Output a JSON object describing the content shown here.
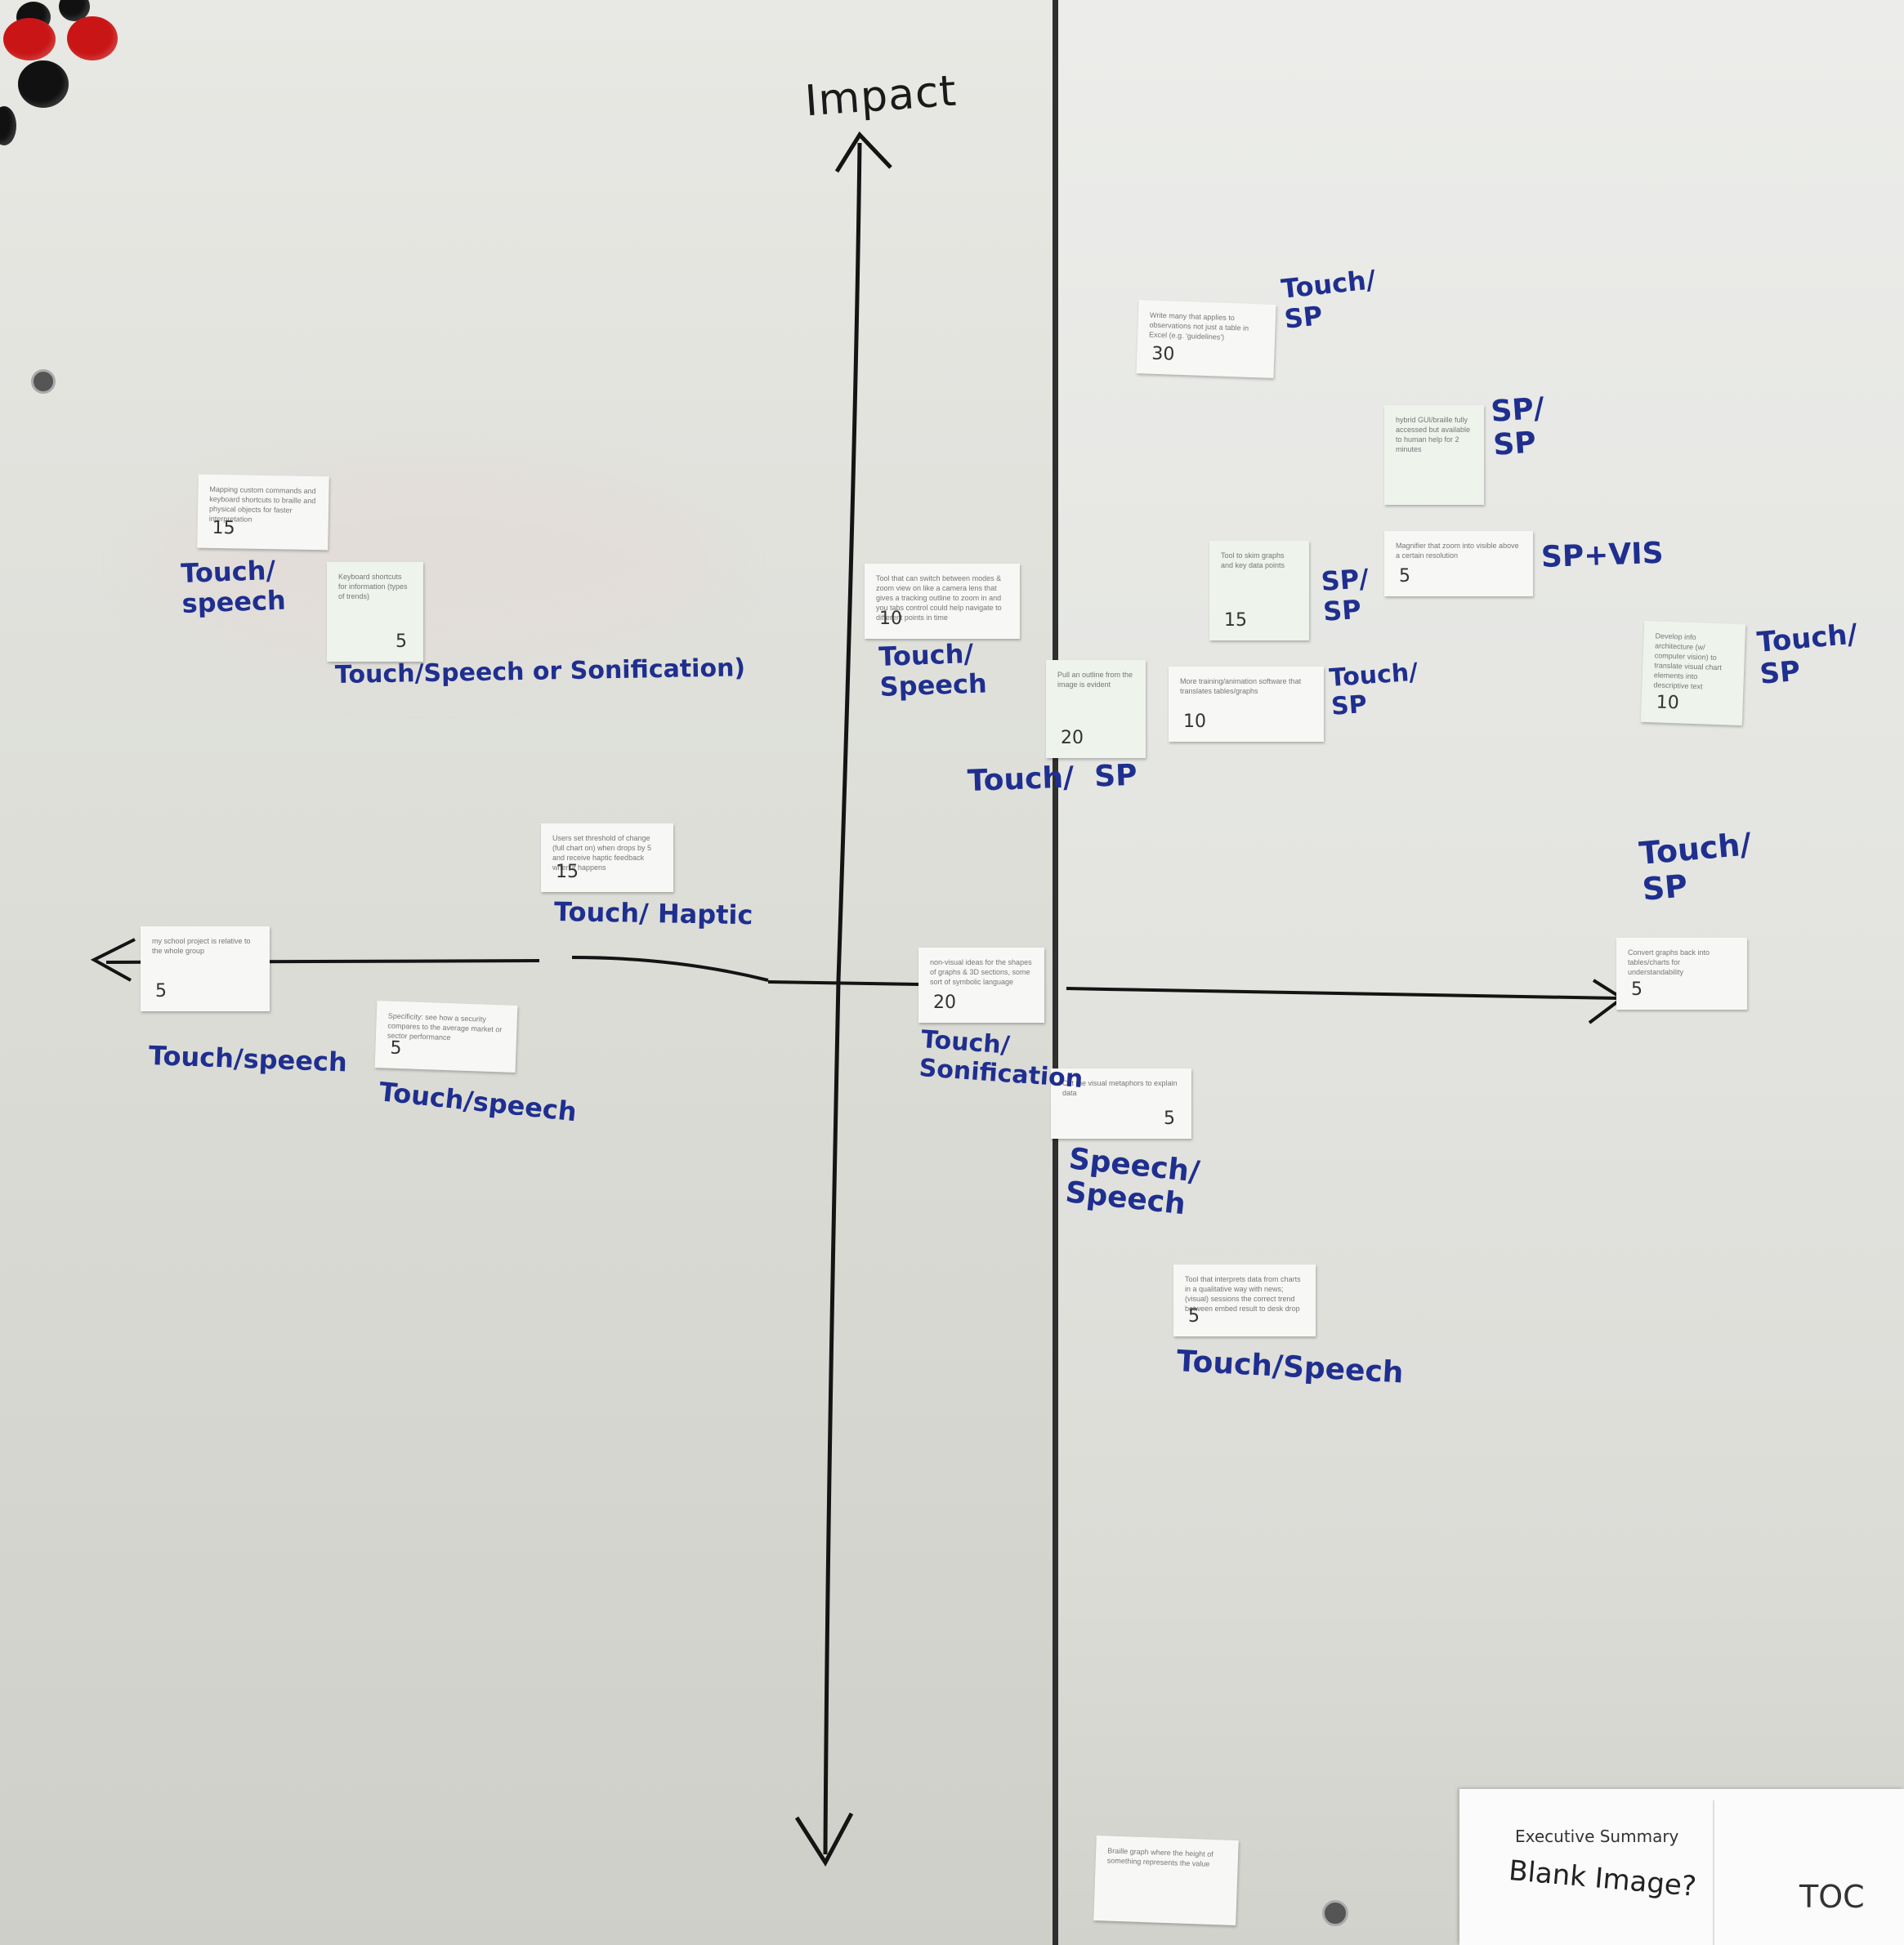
{
  "axis": {
    "y_label": "Impact",
    "x_label_clipped": ""
  },
  "notes": [
    {
      "id": "n1",
      "text": "Mapping custom commands and keyboard shortcuts to braille and physical objects for faster interpretation",
      "number": "15"
    },
    {
      "id": "n2",
      "text": "Keyboard shortcuts for information (types of trends)",
      "number": "5"
    },
    {
      "id": "n3",
      "text": "Write many that applies to observations not just a table in Excel (e.g. 'guidelines')",
      "number": "30"
    },
    {
      "id": "n4",
      "text": "hybrid GUI/braille fully accessed but available to human help for 2 minutes",
      "number": ""
    },
    {
      "id": "n5",
      "text": "Magnifier that zoom into visible above a certain resolution",
      "number": "5"
    },
    {
      "id": "n6",
      "text": "Tool that can switch between modes & zoom view on like a camera lens that gives a tracking outline to zoom in and you tabs control could help navigate to different points in time",
      "number": "10"
    },
    {
      "id": "n7",
      "text": "Tool to skim graphs and key data points",
      "number": "15"
    },
    {
      "id": "n8",
      "text": "Develop info architecture (w/ computer vision) to translate visual chart elements into descriptive text",
      "number": "10"
    },
    {
      "id": "n9",
      "text": "Pull an outline from the image is evident",
      "number": "20"
    },
    {
      "id": "n10",
      "text": "More training/animation software that translates tables/graphs",
      "number": "10"
    },
    {
      "id": "n11",
      "text": "Users set threshold of change (full chart on) when drops by 5 and receive haptic feedback when it happens",
      "number": "15"
    },
    {
      "id": "n12",
      "text": "my school project is relative to the whole group",
      "number": "5"
    },
    {
      "id": "n13",
      "text": "non-visual ideas for the shapes of graphs & 3D sections, some sort of symbolic language",
      "number": "20"
    },
    {
      "id": "n14",
      "text": "Convert graphs back into tables/charts for understandability",
      "number": "5"
    },
    {
      "id": "n15",
      "text": "Specificity: see how a security compares to the average market or sector performance",
      "number": "5"
    },
    {
      "id": "n16",
      "text": "Cut the visual metaphors to explain data",
      "number": "5",
      "insert": "visual"
    },
    {
      "id": "n17",
      "text": "Tool that interprets data from charts in a qualitative way with news; (visual) sessions the correct trend between embed result to desk drop",
      "number": "5"
    },
    {
      "id": "n18",
      "text": "Braille graph where the height of something represents the value",
      "number": ""
    }
  ],
  "handwriting": {
    "h1": "Touch/\nspeech",
    "h2": "Touch/Speech or Sonification)",
    "h3": "Touch/\nSP",
    "h4": "SP/\nSP",
    "h5": "SP+VIS",
    "h6": "Touch/\nSpeech",
    "h7": "SP/\nSP",
    "h8": "Touch/\nSP",
    "h9": "Touch/\nSP",
    "h10": "Touch/  SP",
    "h11": "Touch/ Haptic",
    "h12": "Touch/\nSP",
    "h13": "Touch/speech",
    "h14": "Touch/speech",
    "h15": "Touch/\nSonification",
    "h16": "Speech/\nSpeech",
    "h17": "Touch/Speech"
  },
  "sheet": {
    "title": "Executive Summary",
    "subtitle": "Blank Image?",
    "toc": "TOC"
  },
  "colors": {
    "marker_blue": "#1f2f8f",
    "marker_black": "#141414",
    "board": "#e4e4e0",
    "magnet_red": "#c91515"
  }
}
